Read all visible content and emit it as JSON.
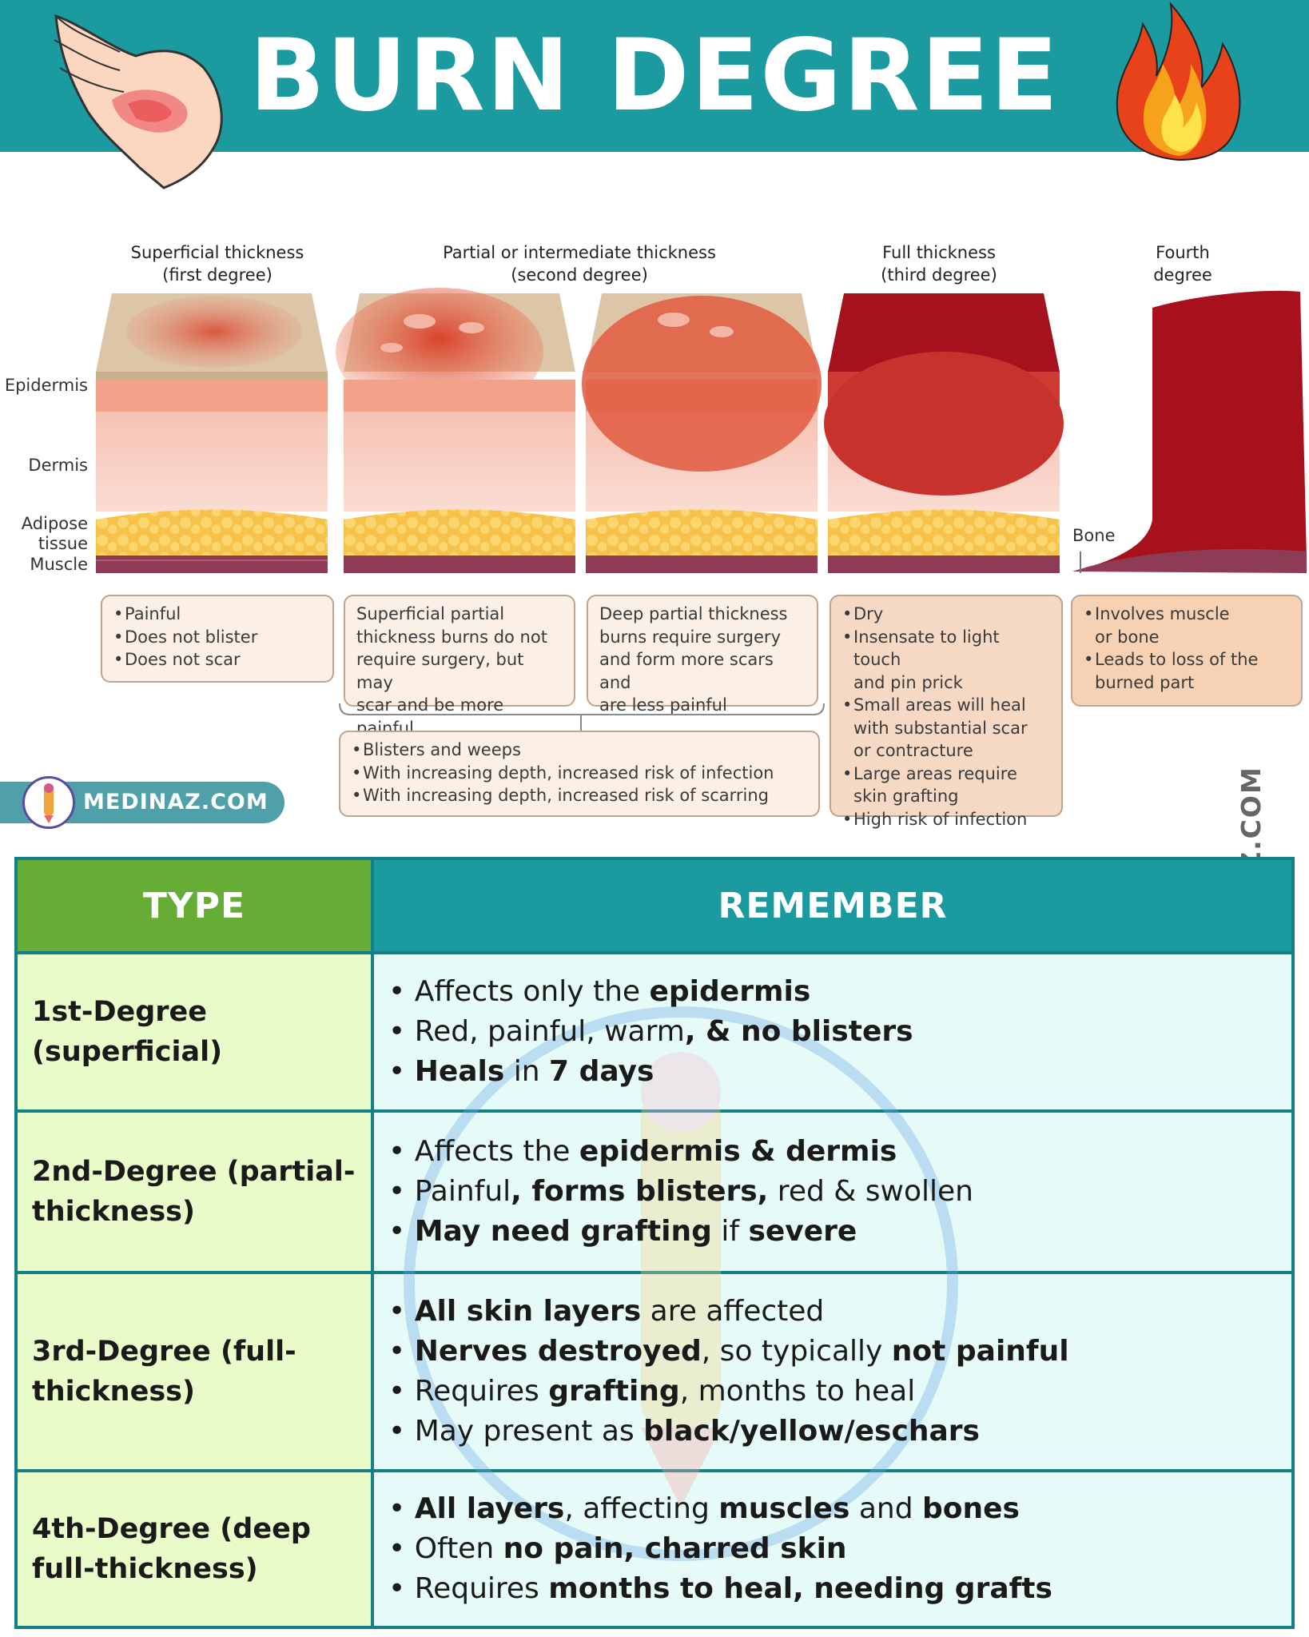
{
  "header": {
    "title": "BURN DEGREE"
  },
  "diagram": {
    "columns": [
      {
        "heading_line1": "Superficial thickness",
        "heading_line2": "(first degree)"
      },
      {
        "heading_line1": "Partial or intermediate thickness",
        "heading_line2": "(second degree)"
      },
      {
        "heading_line1": "Full thickness",
        "heading_line2": "(third degree)"
      },
      {
        "heading_line1": "Fourth",
        "heading_line2": "degree"
      }
    ],
    "layer_labels": {
      "epidermis": "Epidermis",
      "dermis": "Dermis",
      "adipose_line1": "Adipose",
      "adipose_line2": "tissue",
      "muscle": "Muscle",
      "bone": "Bone"
    },
    "notes": {
      "first": [
        "Painful",
        "Does not blister",
        "Does not scar"
      ],
      "superficial_partial": [
        "Superficial partial",
        "thickness burns do not",
        "require surgery, but may",
        "scar and be more painful"
      ],
      "deep_partial": [
        "Deep partial thickness",
        "burns require surgery",
        "and form more scars and",
        "are less painful"
      ],
      "second_common": [
        "Blisters and weeps",
        "With increasing depth, increased risk of infection",
        "With increasing depth, increased risk of scarring"
      ],
      "third": [
        {
          "lines": [
            "Dry"
          ]
        },
        {
          "lines": [
            "Insensate to light touch",
            "and pin prick"
          ]
        },
        {
          "lines": [
            "Small areas will heal",
            "with substantial scar",
            "or contracture"
          ]
        },
        {
          "lines": [
            "Large areas require",
            "skin grafting"
          ]
        },
        {
          "lines": [
            "High risk of infection"
          ]
        }
      ],
      "fourth": [
        {
          "lines": [
            "Involves muscle",
            "or bone"
          ]
        },
        {
          "lines": [
            "Leads to loss of the",
            "burned part"
          ]
        }
      ]
    }
  },
  "brand": {
    "name": "MEDINAZ.COM",
    "vertical": "MEDINAZ.COM"
  },
  "table": {
    "headers": {
      "type": "TYPE",
      "remember": "REMEMBER"
    },
    "rows": [
      {
        "type_line1": "1st-Degree",
        "type_line2": "(superficial)",
        "lines": [
          [
            {
              "t": "Affects only the ",
              "b": false
            },
            {
              "t": "epidermis",
              "b": true
            }
          ],
          [
            {
              "t": "Red, painful, warm",
              "b": false
            },
            {
              "t": ", & no blisters",
              "b": true
            }
          ],
          [
            {
              "t": "Heals",
              "b": true
            },
            {
              "t": " in ",
              "b": false
            },
            {
              "t": "7 days",
              "b": true
            }
          ]
        ]
      },
      {
        "type_line1": "2nd-Degree (partial-",
        "type_line2": "thickness)",
        "lines": [
          [
            {
              "t": "Affects the ",
              "b": false
            },
            {
              "t": "epidermis & dermis",
              "b": true
            }
          ],
          [
            {
              "t": "Painful",
              "b": false
            },
            {
              "t": ", forms blisters,",
              "b": true
            },
            {
              "t": " red & swollen",
              "b": false
            }
          ],
          [
            {
              "t": "May need grafting",
              "b": true
            },
            {
              "t": " if ",
              "b": false
            },
            {
              "t": "severe",
              "b": true
            }
          ]
        ]
      },
      {
        "type_line1": "3rd-Degree (full-",
        "type_line2": "thickness)",
        "lines": [
          [
            {
              "t": "All skin layers",
              "b": true
            },
            {
              "t": " are affected",
              "b": false
            }
          ],
          [
            {
              "t": "Nerves destroyed",
              "b": true
            },
            {
              "t": ", so typically ",
              "b": false
            },
            {
              "t": "not painful",
              "b": true
            }
          ],
          [
            {
              "t": "Requires ",
              "b": false
            },
            {
              "t": "grafting",
              "b": true
            },
            {
              "t": ", months to heal",
              "b": false
            }
          ],
          [
            {
              "t": "May present as ",
              "b": false
            },
            {
              "t": "black/yellow/eschars",
              "b": true
            }
          ]
        ]
      },
      {
        "type_line1": "4th-Degree (deep",
        "type_line2": "full-thickness)",
        "lines": [
          [
            {
              "t": "All layers",
              "b": true
            },
            {
              "t": ", affecting ",
              "b": false
            },
            {
              "t": "muscles",
              "b": true
            },
            {
              "t": " and ",
              "b": false
            },
            {
              "t": "bones",
              "b": true
            }
          ],
          [
            {
              "t": "Often ",
              "b": false
            },
            {
              "t": "no pain, charred skin",
              "b": true
            }
          ],
          [
            {
              "t": "Requires ",
              "b": false
            },
            {
              "t": "months to heal, needing grafts",
              "b": true
            }
          ]
        ]
      }
    ]
  }
}
